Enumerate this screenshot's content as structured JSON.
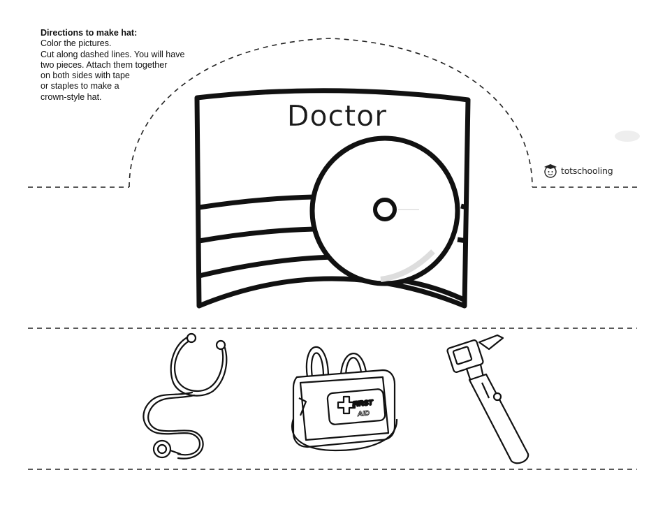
{
  "directions": {
    "title": "Directions to make hat:",
    "lines": [
      "Color the pictures.",
      "Cut along dashed lines. You will have",
      "two pieces. Attach them together",
      "on both sides with tape",
      "or staples to make a",
      "crown-style hat."
    ]
  },
  "hat": {
    "title": "Doctor"
  },
  "brand": {
    "name": "totschooling",
    "icon": "child-face-graduation-cap-icon"
  },
  "pictures": [
    {
      "name": "stethoscope",
      "icon": "stethoscope-icon"
    },
    {
      "name": "first-aid-bag",
      "icon": "first-aid-bag-icon",
      "label_line1": "FIRST",
      "label_line2": "AID"
    },
    {
      "name": "otoscope",
      "icon": "otoscope-icon"
    }
  ]
}
